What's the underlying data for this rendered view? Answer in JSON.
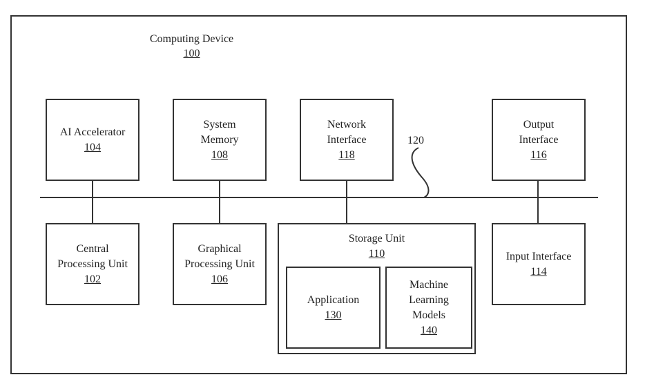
{
  "diagram": {
    "title": "Computing Device",
    "title_ref": "100",
    "bus_ref": "120",
    "components": {
      "ai_accelerator": {
        "label": "AI Accelerator",
        "ref": "104"
      },
      "system_memory": {
        "label": "System\nMemory",
        "ref": "108"
      },
      "network_interface": {
        "label": "Network\nInterface",
        "ref": "118"
      },
      "output_interface": {
        "label": "Output\nInterface",
        "ref": "116"
      },
      "cpu": {
        "label": "Central\nProcessing Unit",
        "ref": "102"
      },
      "gpu": {
        "label": "Graphical\nProcessing Unit",
        "ref": "106"
      },
      "storage_unit": {
        "label": "Storage Unit",
        "ref": "110"
      },
      "application": {
        "label": "Application",
        "ref": "130"
      },
      "ml_models": {
        "label": "Machine\nLearning\nModels",
        "ref": "140"
      },
      "input_interface": {
        "label": "Input Interface",
        "ref": "114"
      }
    }
  }
}
